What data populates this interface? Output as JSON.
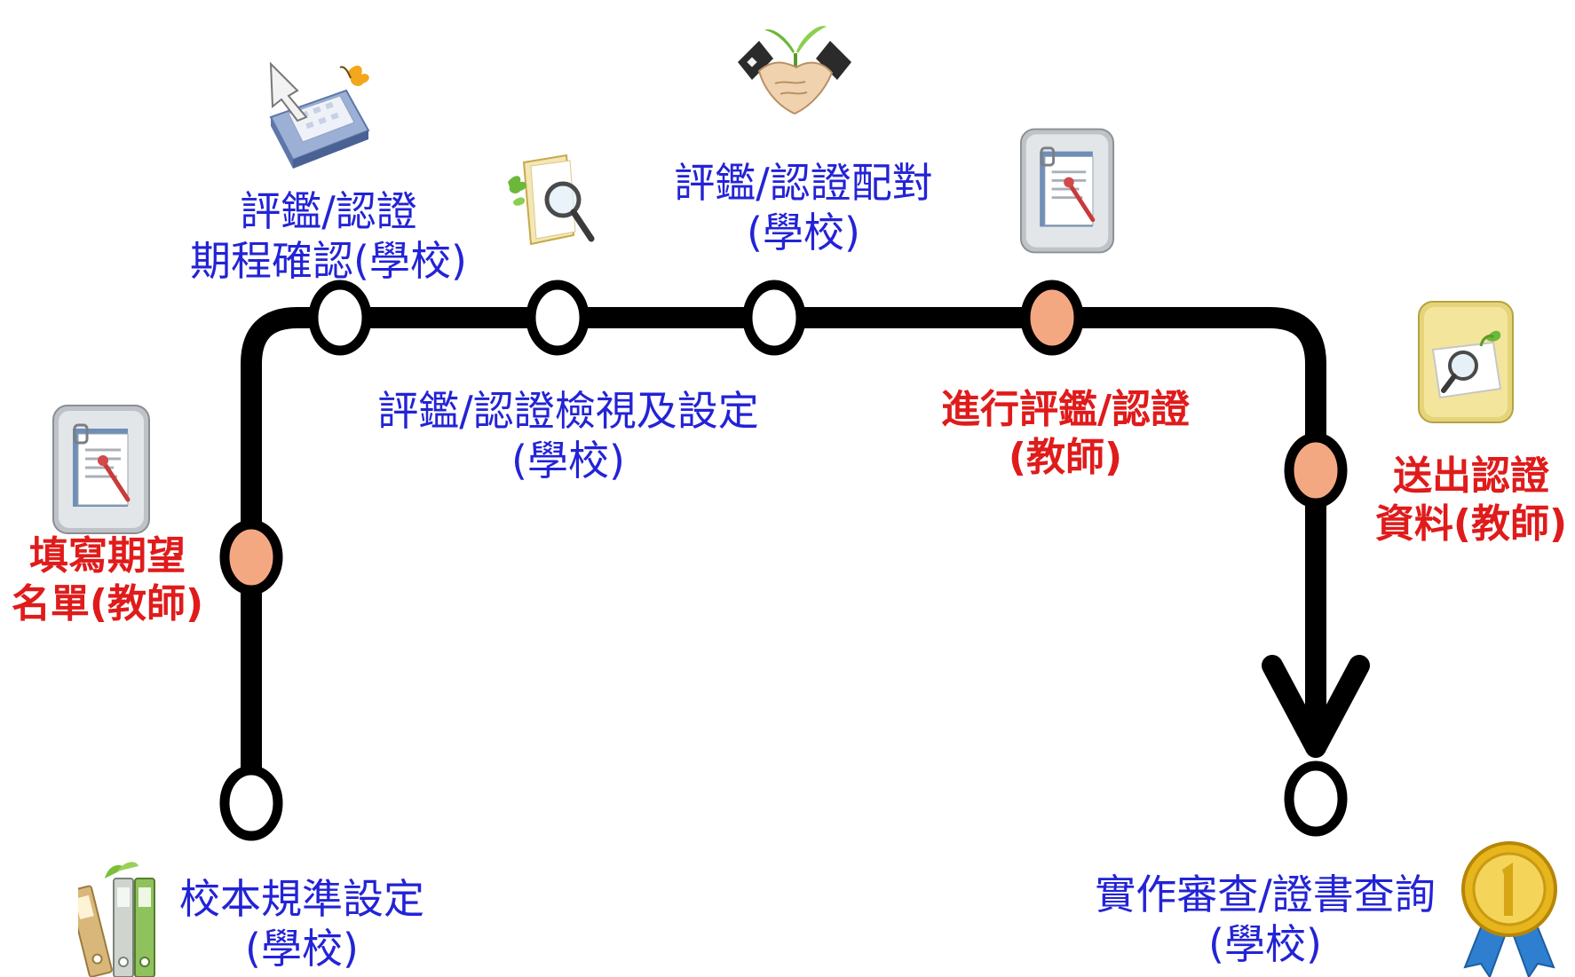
{
  "colors": {
    "line": "#000000",
    "node_school": "#ffffff",
    "node_teacher": "#f4a882",
    "school_text": "#2323d6",
    "teacher_text": "#e01b1b"
  },
  "steps": [
    {
      "id": "standards",
      "role": "school",
      "lines": [
        "校本規準設定",
        "(學校)"
      ],
      "icon": "binders-icon"
    },
    {
      "id": "wishlist",
      "role": "teacher",
      "lines": [
        "填寫期望",
        "名單(教師)"
      ],
      "icon": "clipboard-icon"
    },
    {
      "id": "schedule",
      "role": "school",
      "lines": [
        "評鑑/認證",
        "期程確認(學校)"
      ],
      "icon": "calculator-icon"
    },
    {
      "id": "review",
      "role": "school",
      "lines": [
        "評鑑/認證檢視及設定",
        "(學校)"
      ],
      "icon": "folder-magnifier-icon"
    },
    {
      "id": "match",
      "role": "school",
      "lines": [
        "評鑑/認證配對",
        "(學校)"
      ],
      "icon": "handshake-sprout-icon"
    },
    {
      "id": "evaluate",
      "role": "teacher",
      "lines": [
        "進行評鑑/認證",
        "(教師)"
      ],
      "icon": "clipboard-icon"
    },
    {
      "id": "submit",
      "role": "teacher",
      "lines": [
        "送出認證",
        "資料(教師)"
      ],
      "icon": "document-magnifier-icon"
    },
    {
      "id": "certificate",
      "role": "school",
      "lines": [
        "實作審查/證書查詢",
        "(學校)"
      ],
      "icon": "gold-medal-icon"
    }
  ]
}
